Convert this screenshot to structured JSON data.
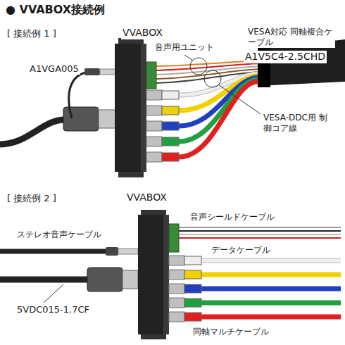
{
  "diagram": {
    "title": "● VVABOX接続例",
    "labels": [
      "[ 接続例 1 ]",
      "VVABOX",
      "音声用ユニット",
      "VESA対応 同軸複合ケーブル",
      "A1V5C4-2.5CHD",
      "A1VGA005",
      "VESA-DDC用 制御コア線",
      "[ 接続例 2 ]",
      "VVABOX",
      "音声シールドケーブル",
      "ステレオ音声ケーブル",
      "データケーブル",
      "5VDC015-1.7CF",
      "同軸マルチケーブル"
    ]
  }
}
